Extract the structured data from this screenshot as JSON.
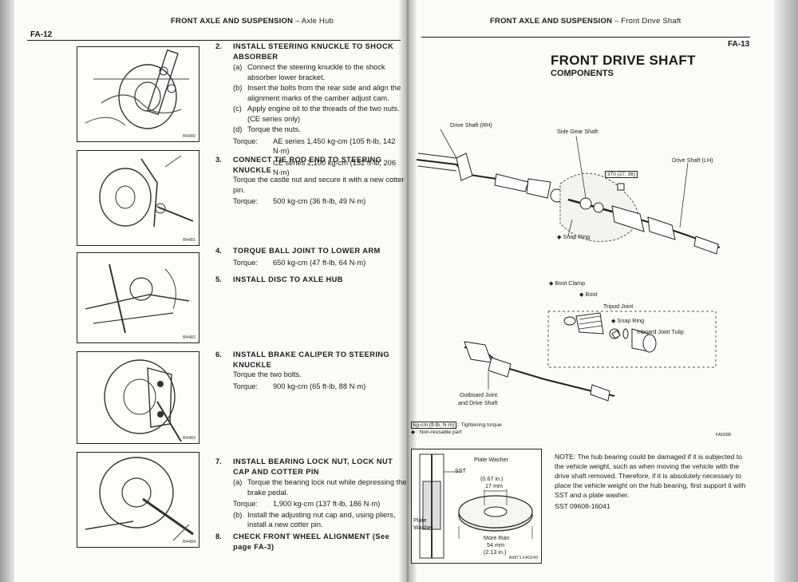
{
  "left_page": {
    "page_number": "FA-12",
    "section_title": "FRONT AXLE AND SUSPENSION",
    "section_sub": " – Axle Hub",
    "figure_codes": [
      "B4480",
      "B4481",
      "B4482",
      "B4483",
      "B4484"
    ],
    "steps": [
      {
        "num": "2.",
        "heading": "INSTALL STEERING KNUCKLE TO SHOCK ABSORBER",
        "subs": [
          {
            "label": "(a)",
            "text": "Connect the steering knuckle to the shock absorber lower bracket."
          },
          {
            "label": "(b)",
            "text": "Insert the bolts from the rear side and align the alignment marks of the camber adjust cam."
          },
          {
            "label": "(c)",
            "text": "Apply engine oil to the threads of the two nuts. (CE series only)"
          },
          {
            "label": "(d)",
            "text": "Torque the nuts."
          }
        ],
        "torque_label": "Torque:",
        "torque_lines": [
          "AE series    1,450 kg-cm (105 ft-lb, 142 N·m)",
          "CE series    2,100 kg-cm (152 ft-lb, 206 N·m)"
        ]
      },
      {
        "num": "3.",
        "heading": "CONNECT TIE ROD END TO STEERING KNUCKLE",
        "text": "Torque the castle nut and secure it with a new cotter pin.",
        "torque_label": "Torque:",
        "torque_lines": [
          "500 kg-cm (36 ft-lb, 49 N·m)"
        ]
      },
      {
        "num": "4.",
        "heading": "TORQUE BALL JOINT TO LOWER ARM",
        "torque_label": "Torque:",
        "torque_lines": [
          "650 kg-cm (47 ft-lb, 64 N·m)"
        ]
      },
      {
        "num": "5.",
        "heading": "INSTALL DISC TO AXLE HUB"
      },
      {
        "num": "6.",
        "heading": "INSTALL BRAKE CALIPER TO STEERING KNUCKLE",
        "text": "Torque the two bolts.",
        "torque_label": "Torque:",
        "torque_lines": [
          "900 kg-cm (65 ft-lb, 88 N·m)"
        ]
      },
      {
        "num": "7.",
        "heading": "INSTALL BEARING LOCK NUT, LOCK NUT CAP AND COTTER PIN",
        "subs": [
          {
            "label": "(a)",
            "text": "Torque the bearing lock nut while depressing the brake pedal."
          }
        ],
        "torque_label": "Torque:",
        "torque_lines": [
          "1,900 kg-cm (137 ft-lb, 186 N·m)"
        ],
        "subs2": [
          {
            "label": "(b)",
            "text": "Install the adjusting nut cap and, using pliers, install a new cotter pin."
          }
        ]
      },
      {
        "num": "8.",
        "heading": "CHECK FRONT WHEEL ALIGNMENT (See page FA-3)"
      }
    ]
  },
  "right_page": {
    "page_number": "FA-13",
    "section_title": "FRONT AXLE AND SUSPENSION",
    "section_sub": " – Front Drive Shaft",
    "title": "FRONT DRIVE SHAFT",
    "subtitle": "COMPONENTS",
    "labels": {
      "drive_shaft_rh": "Drive Shaft (RH)",
      "side_gear_shaft": "Side Gear Shaft",
      "drive_shaft_lh": "Drive Shaft (LH)",
      "torque_box": "370 (27, 36)",
      "snap_ring_1": "◆ Snap Ring",
      "boot_clamp": "◆ Boot Clamp",
      "boot": "◆ Boot",
      "tripod_joint": "Tripod Joint",
      "snap_ring_2": "◆ Snap Ring",
      "inboard_joint_tulip": "Inboard Joint Tulip",
      "outboard_joint_1": "Outboard Joint",
      "outboard_joint_2": "and Drive Shaft",
      "figure_code": "FA0288"
    },
    "legend": {
      "unit_box": "kg-cm (ft-lb, N·m)",
      "unit_text": ": Tightening torque",
      "nonreusable": "◆ : Non-reusable part"
    },
    "washer_figure": {
      "plate_washer": "Plate Washer",
      "sst": "SST",
      "plate": "Plate",
      "washer": "Washer",
      "dim_top_1": "(0.67 in.)",
      "dim_top_2": "17 mm",
      "dim_bot_1": "More than",
      "dim_bot_2": "54 mm",
      "dim_bot_3": "(2.13 in.)",
      "figure_code": "A9871 FA0249"
    },
    "note": "NOTE:  The hub bearing could be damaged if it is subjected to the vehicle weight, such as when moving the vehicle with the drive shaft removed. Therefore, if it is absolutely necessary to place the vehicle weight on the hub bearing, first support it with SST and a plate washer.",
    "sst": "SST  09608-16041"
  }
}
